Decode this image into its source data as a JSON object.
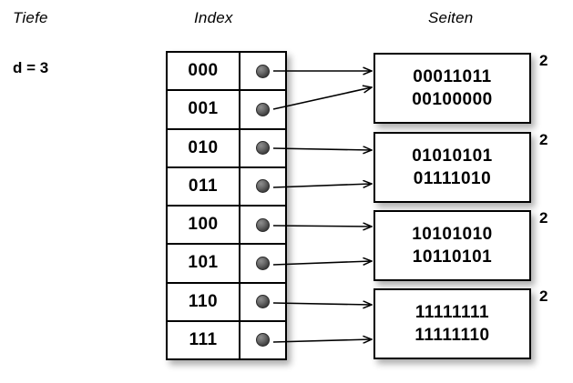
{
  "diagram": {
    "title_columns": {
      "depth": "Tiefe",
      "index": "Index",
      "pages": "Seiten"
    },
    "depth": {
      "label": "d = 3"
    },
    "index_table": {
      "rows": [
        {
          "key": "000",
          "pointer_icon": "pointer-dot",
          "target_page": 0
        },
        {
          "key": "001",
          "pointer_icon": "pointer-dot",
          "target_page": 0
        },
        {
          "key": "010",
          "pointer_icon": "pointer-dot",
          "target_page": 1
        },
        {
          "key": "011",
          "pointer_icon": "pointer-dot",
          "target_page": 1
        },
        {
          "key": "100",
          "pointer_icon": "pointer-dot",
          "target_page": 2
        },
        {
          "key": "101",
          "pointer_icon": "pointer-dot",
          "target_page": 2
        },
        {
          "key": "110",
          "pointer_icon": "pointer-dot",
          "target_page": 3
        },
        {
          "key": "111",
          "pointer_icon": "pointer-dot",
          "target_page": 3
        }
      ]
    },
    "pages": [
      {
        "records": [
          "00011011",
          "00100000"
        ],
        "count": "2"
      },
      {
        "records": [
          "01010101",
          "01111010"
        ],
        "count": "2"
      },
      {
        "records": [
          "10101010",
          "10110101"
        ],
        "count": "2"
      },
      {
        "records": [
          "11111111",
          "11111110"
        ],
        "count": "2"
      }
    ],
    "colors": {
      "background": "#ffffff",
      "stroke": "#000000",
      "pointer_dot": "#4a4a4a",
      "shadow": "rgba(0,0,0,0.32)"
    }
  }
}
